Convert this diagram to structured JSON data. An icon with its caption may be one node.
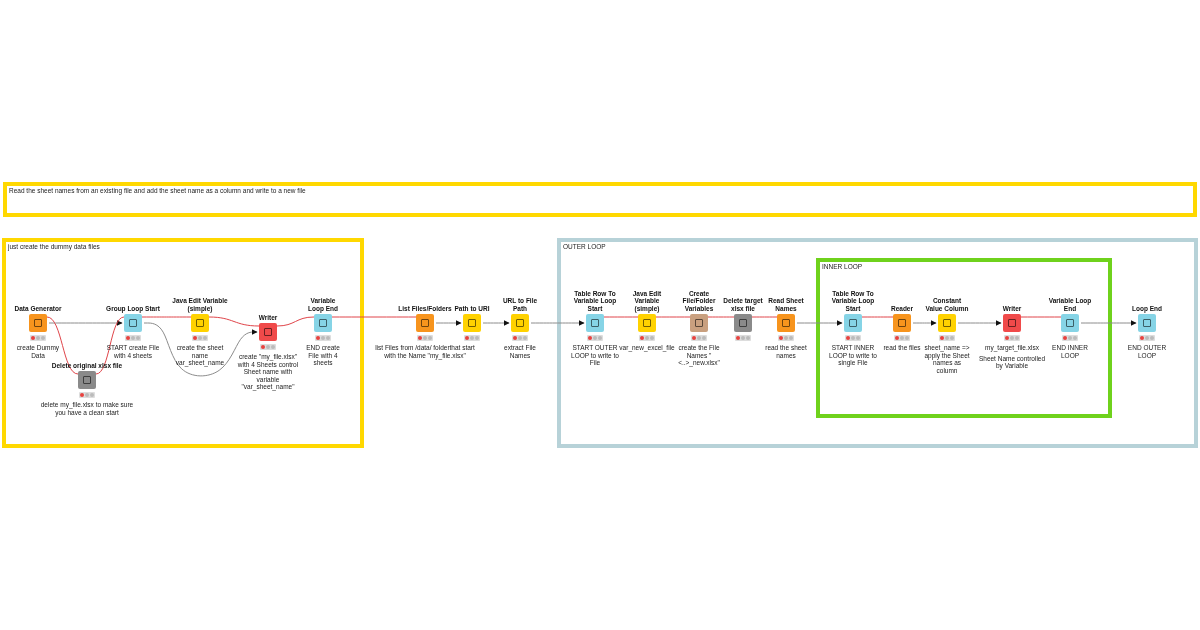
{
  "diagram": {
    "nodes": [
      {
        "text": [
          "Read the sheet names from an existing file and add the sheet name as a column and write to a new file"
        ]
      },
      {
        "text": [
          "just create the dummy data files"
        ]
      },
      {
        "text": [
          "OUTER LOOP"
        ]
      },
      {
        "text": [
          "INNER  LOOP"
        ],
        "in": 2
      },
      {
        "text": [
          "Data Generator",
          "create Dummy Data"
        ],
        "in": 1
      },
      {
        "text": [
          "Delete original xlsx file",
          "delete my_file.xlsx to make sure you have a clean start"
        ],
        "in": 1
      },
      {
        "text": [
          "Group Loop Start",
          "START create File with 4 sheets"
        ],
        "in": 1
      },
      {
        "text": [
          "Java Edit Variable (simple)",
          "create the sheet name var_sheet_name"
        ],
        "in": 1
      },
      {
        "text": [
          "Writer",
          "create \"my_file.xlsx\" with 4 Sheets control Sheet name with variable \"var_sheet_name\""
        ],
        "in": 1
      },
      {
        "text": [
          "Variable Loop End",
          "END  create File with 4 sheets"
        ],
        "in": 1
      },
      {
        "text": [
          "List Files/Folders",
          "list Files from /data/ folderthat start with the Name \"my_file.xlsx\""
        ]
      },
      {
        "text": [
          "Path to URI"
        ]
      },
      {
        "text": [
          "URL to File Path",
          "extract File Names"
        ]
      },
      {
        "text": [
          "Table Row To Variable Loop Start",
          "START OUTER LOOP to write to File"
        ],
        "in": 2
      },
      {
        "text": [
          "Java Edit Variable (simple)",
          "var_new_excel_file"
        ],
        "in": 2
      },
      {
        "text": [
          "Create File/Folder Variables",
          "create the File Names \"<..>_new.xlsx\""
        ],
        "in": 2
      },
      {
        "text": [
          "Delete target xlsx file"
        ],
        "in": 2
      },
      {
        "text": [
          "Read Sheet Names",
          "read the sheet names"
        ],
        "in": 2
      },
      {
        "text": [
          "Table Row To Variable Loop Start",
          "START INNER LOOP to write to single File"
        ],
        "in": 3
      },
      {
        "text": [
          "Reader",
          "read the files"
        ],
        "in": 3
      },
      {
        "text": [
          "Constant Value Column",
          "sheet_name => apply the Sheet names as column"
        ],
        "in": 3
      },
      {
        "text": [
          "Writer",
          "my_target_file.xlsx",
          "Sheet Name controlled by Variable"
        ],
        "in": 3
      },
      {
        "text": [
          "Variable Loop End",
          "END INNER LOOP"
        ],
        "in": 3
      },
      {
        "text": [
          "Loop End",
          "END OUTER LOOP"
        ],
        "in": 2
      }
    ],
    "edges": [
      {
        "from": 4,
        "to": 6,
        "arrow": "to",
        "color": "#8c8c8c"
      },
      {
        "from": 4,
        "to": 5,
        "arrow": "none"
      },
      {
        "from": 5,
        "to": 6,
        "arrow": "none"
      },
      {
        "from": 6,
        "to": 7,
        "arrow": "none"
      },
      {
        "from": 6,
        "to": 8,
        "arrow": "to",
        "color": "#8c8c8c"
      },
      {
        "from": 7,
        "to": 8,
        "arrow": "none"
      },
      {
        "from": 8,
        "to": 9,
        "arrow": "none"
      },
      {
        "from": 9,
        "to": 10,
        "arrow": "none"
      },
      {
        "from": 10,
        "to": 11,
        "arrow": "to",
        "color": "#8c8c8c"
      },
      {
        "from": 11,
        "to": 12,
        "arrow": "to",
        "color": "#8c8c8c"
      },
      {
        "from": 12,
        "to": 13,
        "arrow": "to",
        "color": "#8c8c8c"
      },
      {
        "from": 13,
        "to": 14,
        "arrow": "none"
      },
      {
        "from": 14,
        "to": 15,
        "arrow": "none"
      },
      {
        "from": 15,
        "to": 16,
        "arrow": "none"
      },
      {
        "from": 16,
        "to": 17,
        "arrow": "none"
      },
      {
        "from": 17,
        "to": 18,
        "arrow": "to",
        "color": "#8c8c8c"
      },
      {
        "from": 18,
        "to": 19,
        "arrow": "none"
      },
      {
        "from": 19,
        "to": 20,
        "arrow": "to",
        "color": "#8c8c8c"
      },
      {
        "from": 20,
        "to": 21,
        "arrow": "to",
        "color": "#8c8c8c"
      },
      {
        "from": 21,
        "to": 22,
        "arrow": "none"
      },
      {
        "from": 22,
        "to": 23,
        "arrow": "to",
        "color": "#8c8c8c"
      }
    ]
  }
}
